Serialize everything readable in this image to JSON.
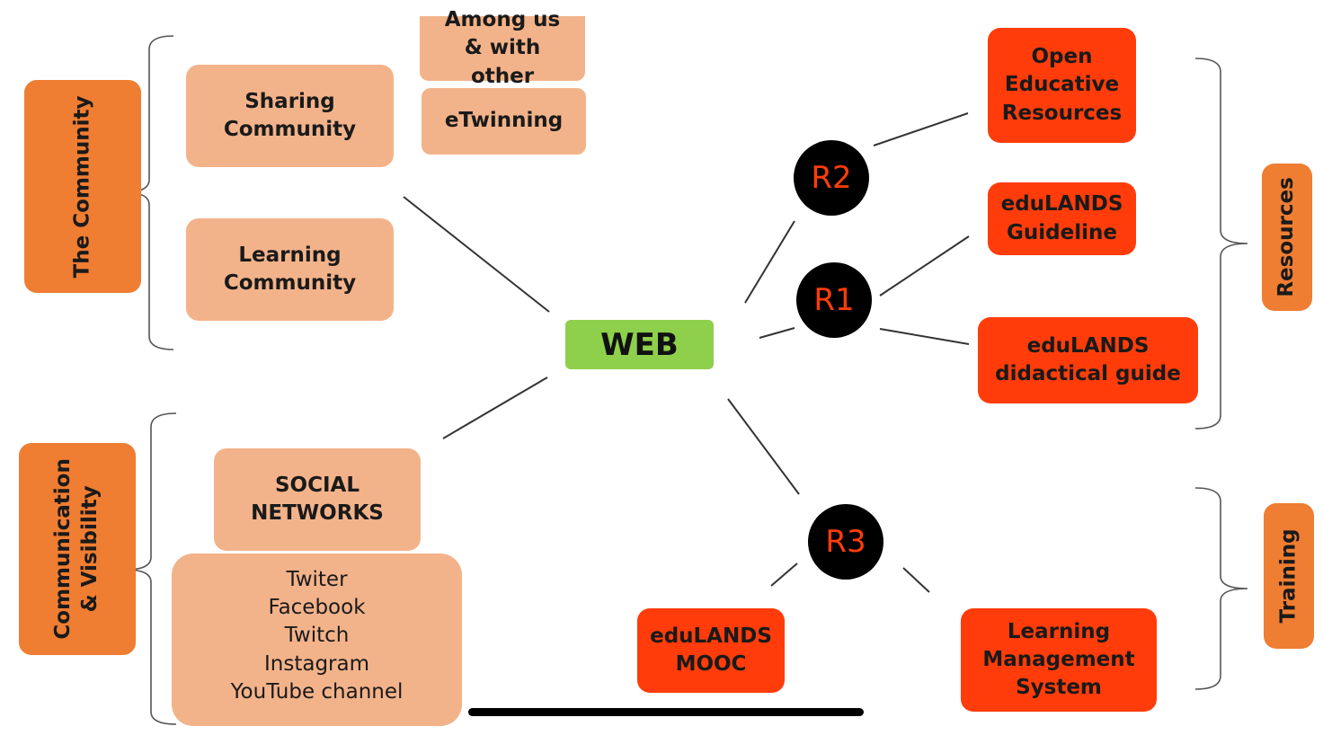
{
  "center": {
    "label": "WEB"
  },
  "community": {
    "category": "The Community",
    "sharing": "Sharing Community",
    "learning": "Learning Community",
    "among": "Among us & with other",
    "etwinning": "eTwinning"
  },
  "communication": {
    "category": "Communication & Visibility",
    "social": "SOCIAL NETWORKS",
    "networks": [
      "Twiter",
      "Facebook",
      "Twitch",
      "Instagram",
      "YouTube channel"
    ]
  },
  "resources": {
    "category": "Resources",
    "r2": "R2",
    "r1": "R1",
    "oer": "Open Educative Resources",
    "guideline": "eduLANDS Guideline",
    "didactical": "eduLANDS didactical guide"
  },
  "training": {
    "category": "Training",
    "r3": "R3",
    "mooc": "eduLANDS MOOC",
    "lms": "Learning Management System"
  },
  "colors": {
    "peach": "#f3b38a",
    "orange": "#ef7d32",
    "red": "#ff3c0a",
    "green": "#8ed04b",
    "black": "#000000"
  }
}
